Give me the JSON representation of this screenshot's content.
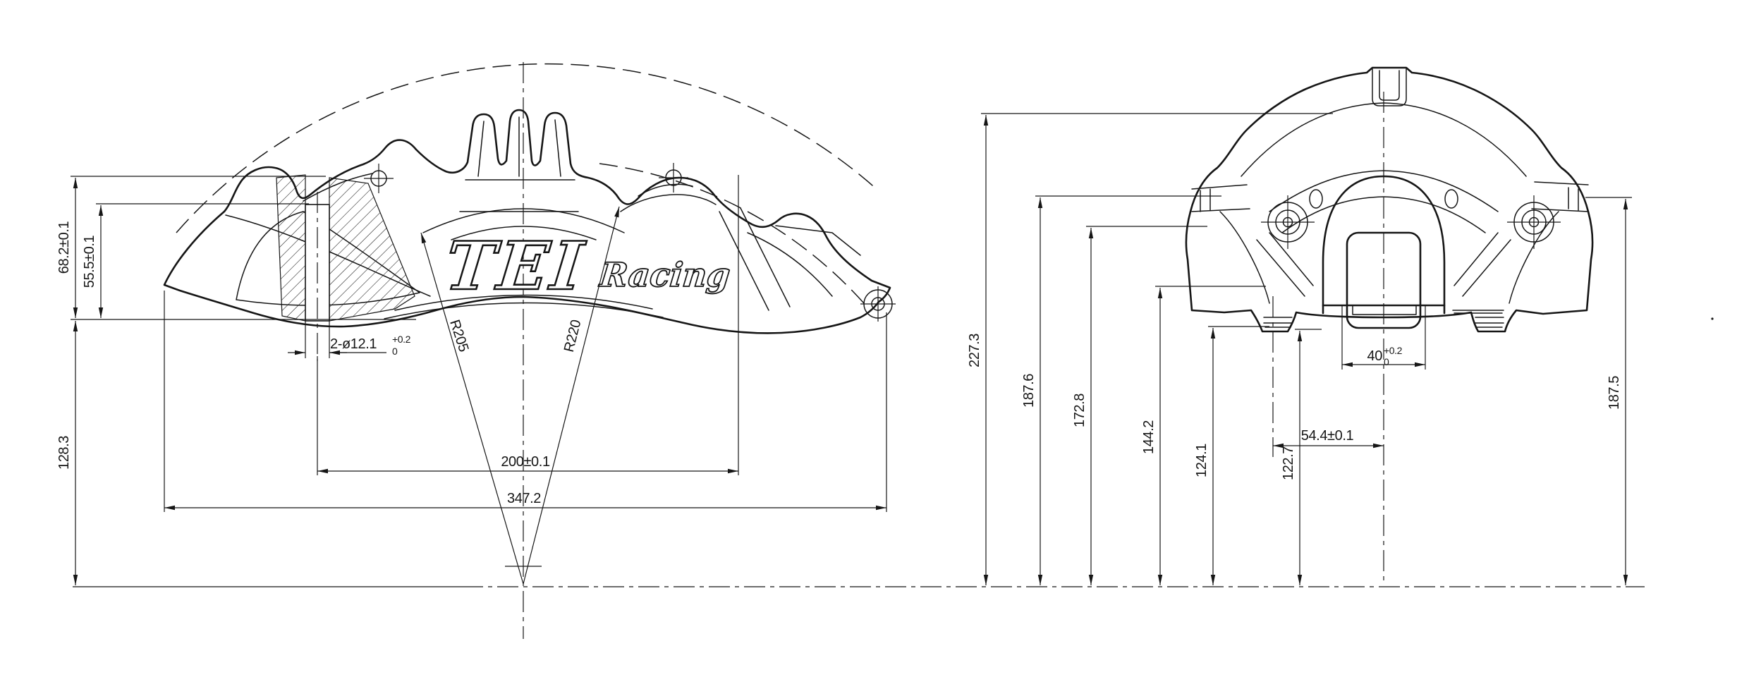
{
  "document": {
    "type": "engineering-drawing",
    "subject": "brake caliper two-view CAD drawing",
    "colors": {
      "line": "#161616",
      "background": "#ffffff"
    }
  },
  "logo": {
    "main": "TEI",
    "sub": "Racing"
  },
  "side_view": {
    "dims": {
      "d68": "68.2±0.1",
      "d55": "55.5±0.1",
      "d128": "128.3",
      "hole": {
        "text": "2-ø12.1",
        "sup": "+0.2",
        "sub": "0"
      },
      "r205": "R205",
      "r220": "R220",
      "d200": "200±0.1",
      "d347": "347.2"
    }
  },
  "front_view": {
    "dims": {
      "d227": "227.3",
      "d187_6": "187.6",
      "d172": "172.8",
      "d144": "144.2",
      "d124": "124.1",
      "d122": "122.7",
      "d54": "54.4±0.1",
      "d40": {
        "text": "40",
        "sup": "+0.2",
        "sub": "0"
      },
      "d187_5": "187.5"
    }
  }
}
